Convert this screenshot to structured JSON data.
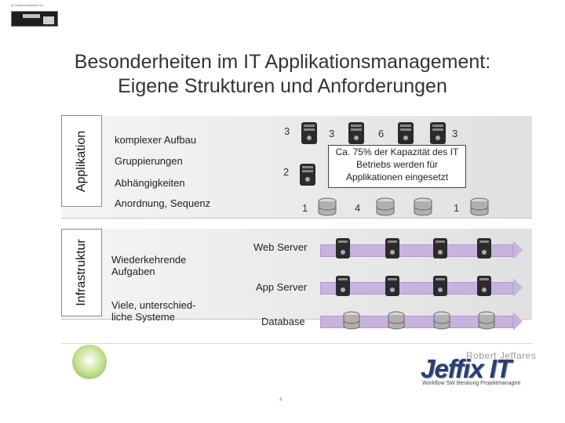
{
  "header": {
    "logo_tiny_text": "ip Zusammenarbeit mit",
    "logo_box_text": ""
  },
  "title": {
    "line1": "Besonderheiten im IT Applikationsmanagement:",
    "line2": "Eigene Strukturen und Anforderungen"
  },
  "applikation": {
    "side_label": "Applikation",
    "items": [
      "komplexer Aufbau",
      "Gruppierungen",
      "Abhängigkeiten",
      "Anordnung, Sequenz"
    ],
    "numbers": {
      "a": "3",
      "b": "3",
      "c": "6",
      "d": "3",
      "e": "2",
      "f": "1",
      "g": "4",
      "h": "1"
    },
    "callout": "Ca. 75% der Kapazität des IT Betriebs werden für Applikationen eingesetzt"
  },
  "infrastruktur": {
    "side_label": "Infrastruktur",
    "items": [
      "Wiederkehrende Aufgaben",
      "Viele, unterschied-liche Systeme"
    ],
    "servers": [
      "Web Server",
      "App Server",
      "Database"
    ]
  },
  "footer": {
    "company_name": "Robert Jeffares",
    "logo": "Jeffix IT",
    "tagline": "Workflow SW   Beratung   Projektmanagmt",
    "page": "4"
  },
  "icons": {
    "server": "server-tower-icon",
    "database": "database-cylinder-icon",
    "circle": "green-circle-decoration"
  }
}
